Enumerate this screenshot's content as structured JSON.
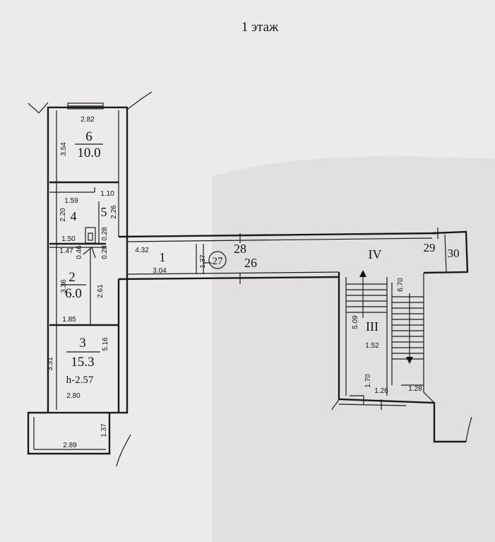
{
  "plan": {
    "title": "1 этаж",
    "rooms": {
      "r6": {
        "number": "6",
        "area": "10.0"
      },
      "r4": {
        "number": "4"
      },
      "r5": {
        "number": "5"
      },
      "r2": {
        "number": "2",
        "area": "6.0"
      },
      "r3": {
        "number": "3",
        "area": "15.3",
        "height": "h-2.57"
      },
      "r1": {
        "number": "1"
      },
      "r27": {
        "number": "27"
      },
      "r28": {
        "number": "28"
      },
      "r26": {
        "number": "26"
      },
      "r29": {
        "number": "29"
      },
      "r30": {
        "number": "30"
      },
      "rIV": {
        "number": "IV"
      },
      "rIII": {
        "number": "III"
      }
    },
    "dimensions": {
      "d282": "2.82",
      "d354": "3.54",
      "d159": "1.59",
      "d110": "1.10",
      "d220": "2.20",
      "d226": "2.26",
      "d028a": "0.28",
      "d150": "1.50",
      "d147": "1.47",
      "d046": "0.46",
      "d028b": "0.28",
      "d432": "4.32",
      "d137a": "1.37",
      "d304": "3.04",
      "d336": "3.36",
      "d261": "2.61",
      "d185": "1.85",
      "d516": "5.16",
      "d331": "3.31",
      "d280": "2.80",
      "d137b": "1.37",
      "d289": "2.89",
      "d670": "6.70",
      "d509": "5.09",
      "d152": "1.52",
      "d170": "1.70",
      "d126": "1.26",
      "d128": "1.28"
    }
  }
}
